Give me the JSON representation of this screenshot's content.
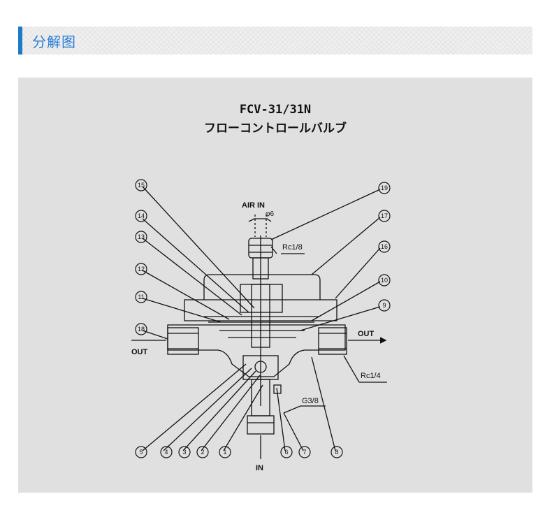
{
  "section": {
    "title": "分解图"
  },
  "diagram": {
    "title_line1": "FCV-31/31N",
    "title_line2": "フローコントロールバルブ",
    "labels": {
      "air_in": "AIR  IN",
      "phi6": "φ6",
      "rc18": "Rc1/8",
      "rc14": "Rc1/4",
      "g38": "G3/8",
      "out_left": "OUT",
      "out_right": "OUT",
      "in": "IN"
    },
    "callouts": [
      "15",
      "14",
      "13",
      "12",
      "11",
      "18",
      "19",
      "17",
      "16",
      "10",
      "9",
      "5",
      "4",
      "3",
      "2",
      "1",
      "6",
      "7",
      "8"
    ]
  }
}
